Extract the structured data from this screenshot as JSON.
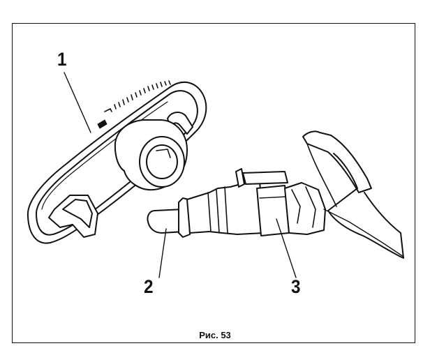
{
  "figure": {
    "caption": "Рис. 53",
    "callouts": [
      {
        "number": "1"
      },
      {
        "number": "2"
      },
      {
        "number": "3"
      }
    ]
  },
  "colors": {
    "line": "#111111",
    "paper": "#ffffff"
  }
}
